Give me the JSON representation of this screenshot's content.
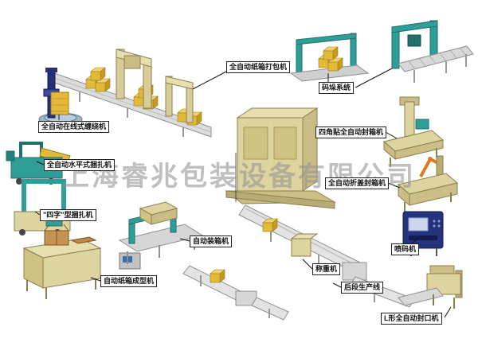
{
  "watermark": "上海睿兆包装设备有限公司",
  "labels": {
    "wrapping_machine": "全自动在线式缠绕机",
    "horizontal_strapper": "全自动水平式捆扎机",
    "four_char_strapper": "\"四字\"型捆扎机",
    "carton_former": "自动纸箱成型机",
    "case_packer": "自动装箱机",
    "carton_strapper": "全自动纸箱打包机",
    "palletizing_system": "码垛系统",
    "corner_sealer": "四角贴全自动封箱机",
    "flap_fold_sealer": "全自动折盖封箱机",
    "inkjet_printer": "喷码机",
    "weighing_machine": "称重机",
    "backend_line": "后段生产线",
    "l_type_sealer": "L形全自动封口机"
  },
  "colors": {
    "machine_beige": "#ded49f",
    "machine_beige_dark": "#c9bd85",
    "machine_teal": "#2f9e96",
    "box_yellow": "#e3b93a",
    "printer_navy": "#25327e",
    "conveyor_gray": "#dcdcdc",
    "watermark_gray": "#949494"
  }
}
